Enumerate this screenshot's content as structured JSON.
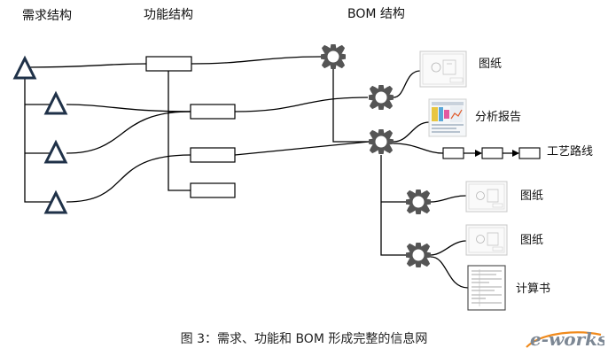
{
  "headers": {
    "requirement": "需求结构",
    "function": "功能结构",
    "bom": "BOM 结构"
  },
  "docs": {
    "drawing_1": "图纸",
    "analysis_report": "分析报告",
    "process_route": "工艺路线",
    "drawing_2": "图纸",
    "drawing_3": "图纸",
    "calculation": "计算书"
  },
  "caption": "图 3：需求、功能和 BOM 形成完整的信息网",
  "logo": {
    "text": "e-works",
    "accent": "#f08a1c",
    "color": "#7c8794"
  },
  "colors": {
    "triangle": "#1f3148",
    "gear": "#555555",
    "line": "#000000"
  },
  "icons": {
    "requirement": "triangle-icon",
    "bom_item": "gear-icon"
  }
}
